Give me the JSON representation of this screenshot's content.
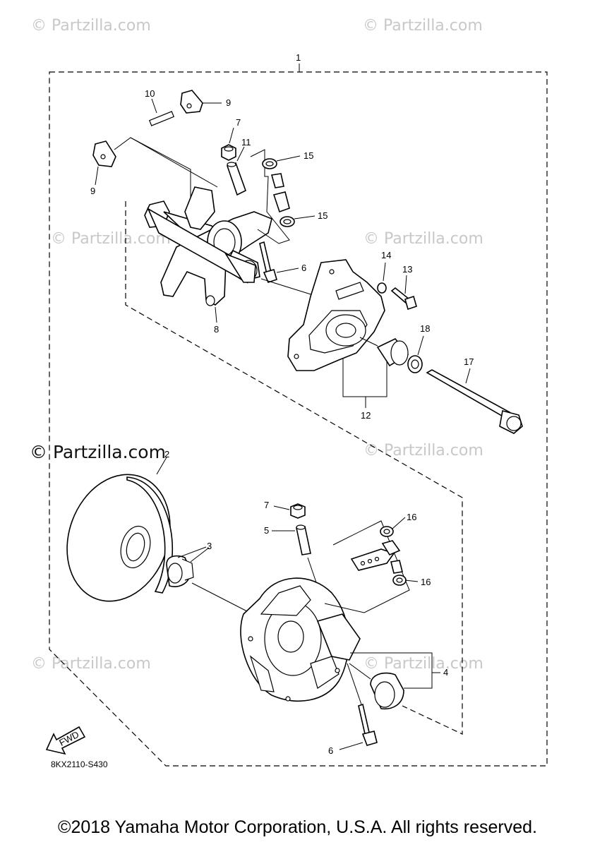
{
  "watermarks": {
    "top_left": "© Partzilla.com",
    "top_right": "© Partzilla.com",
    "mid_left": "© Partzilla.com",
    "mid_right": "© Partzilla.com",
    "center_left": "© Partzilla.com",
    "center_right": "© Partzilla.com",
    "lower_left": "© Partzilla.com",
    "lower_right": "© Partzilla.com"
  },
  "diagram_code": "8KX2110-S430",
  "fwd_label": "FWD",
  "callouts": {
    "c1": "1",
    "c2": "2",
    "c3": "3",
    "c4": "4",
    "c5": "5",
    "c6a": "6",
    "c6b": "6",
    "c7a": "7",
    "c7b": "7",
    "c8": "8",
    "c9a": "9",
    "c9b": "9",
    "c10": "10",
    "c11": "11",
    "c12": "12",
    "c13": "13",
    "c14": "14",
    "c15a": "15",
    "c15b": "15",
    "c16a": "16",
    "c16b": "16",
    "c17": "17",
    "c18": "18"
  },
  "copyright": "©2018 Yamaha Motor Corporation, U.S.A. All rights reserved."
}
